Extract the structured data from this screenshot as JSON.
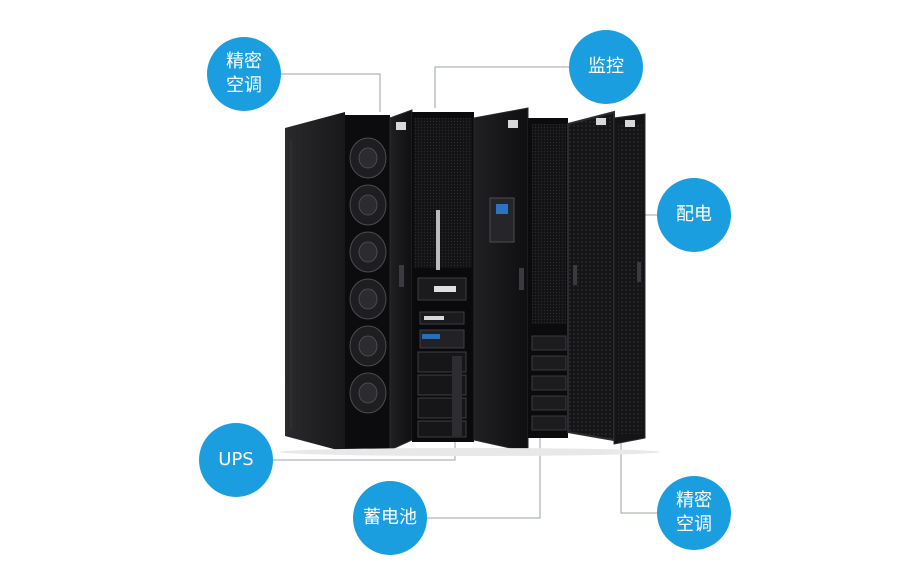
{
  "callouts": [
    {
      "id": "precision-ac-top",
      "text": "精密\n空调"
    },
    {
      "id": "monitoring",
      "text": "监控"
    },
    {
      "id": "power-distribution",
      "text": "配电"
    },
    {
      "id": "ups",
      "text": "UPS"
    },
    {
      "id": "battery",
      "text": "蓄电池"
    },
    {
      "id": "precision-ac-bottom",
      "text": "精密\n空调"
    }
  ],
  "colors": {
    "badge": "#1b9ee0",
    "leader_line": "#9aa3ab",
    "cabinet": "#1a1a1c"
  },
  "image": {
    "subject": "modular data center cabinet with open doors"
  }
}
